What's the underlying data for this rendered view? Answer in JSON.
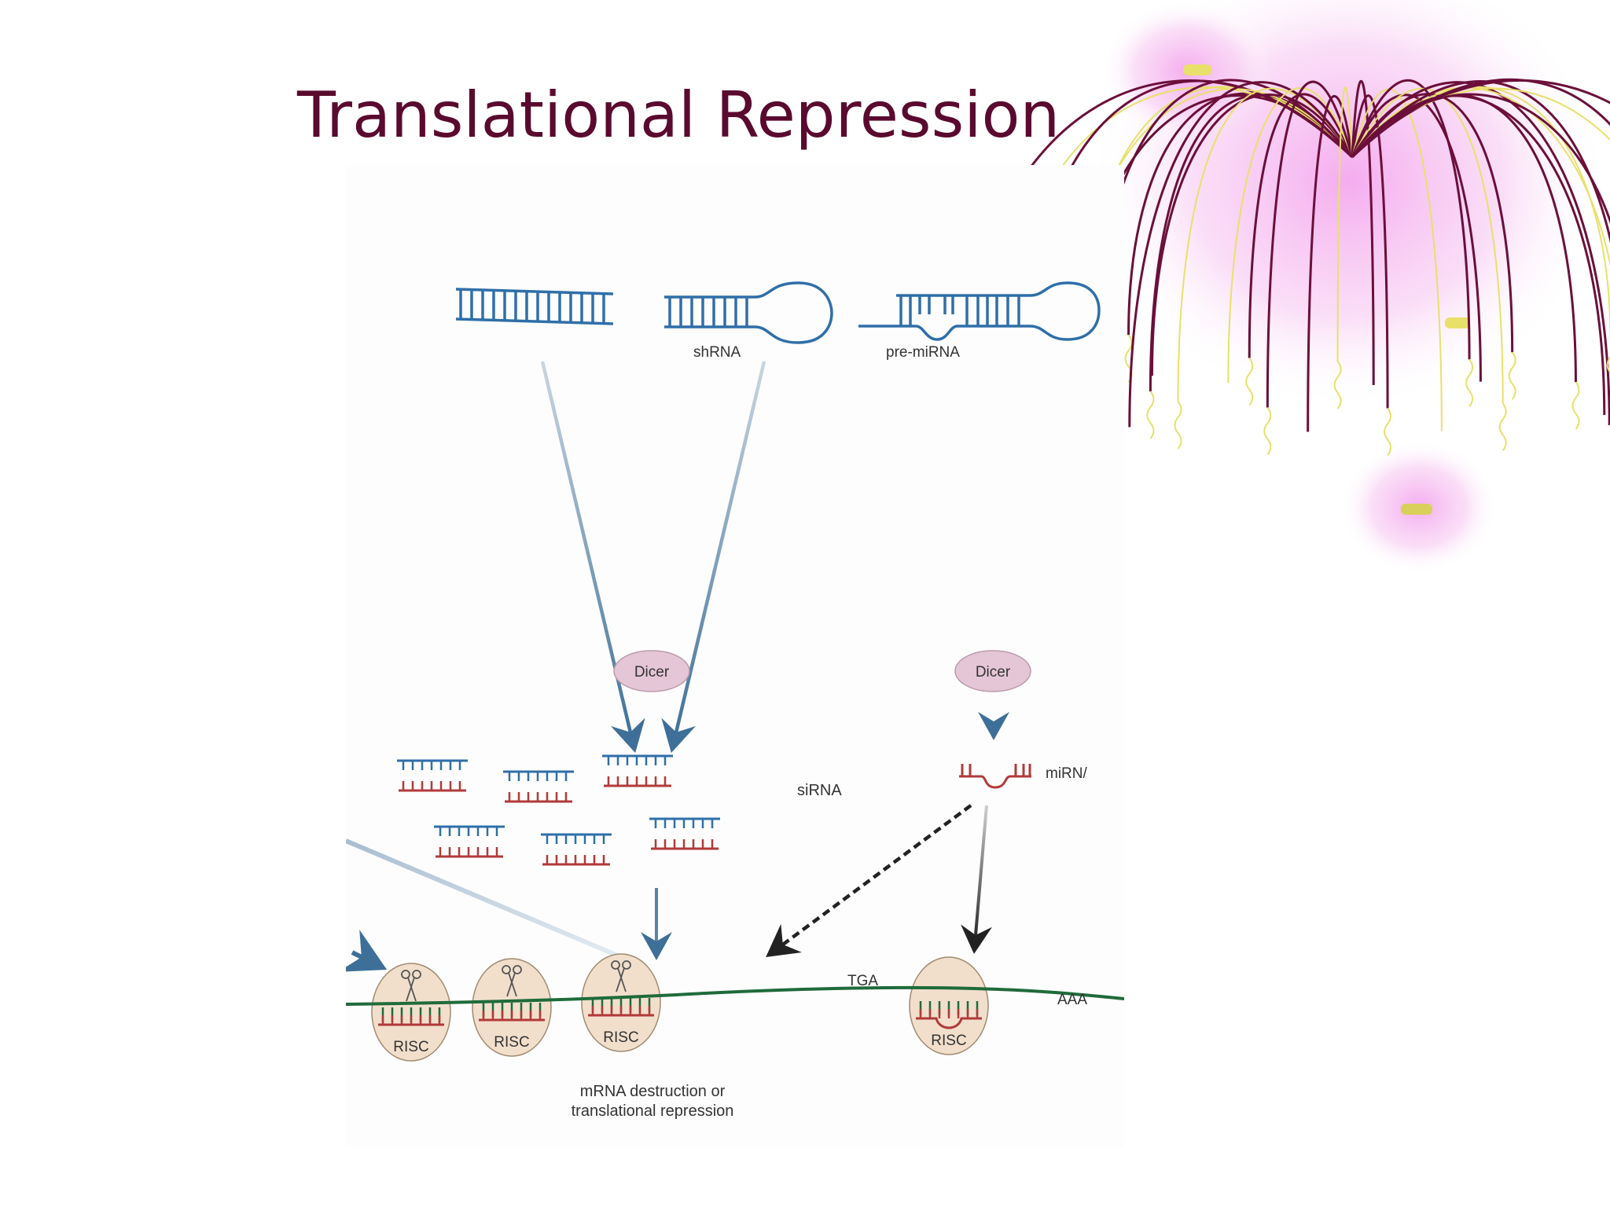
{
  "slide": {
    "title": "Translational Repression"
  },
  "diagram": {
    "labels": {
      "shrna": "shRNA",
      "pre_mirna": "pre-miRNA",
      "dicer_left": "Dicer",
      "dicer_right": "Dicer",
      "sirna": "siRNA",
      "mirna": "miRN/",
      "tga": "TGA",
      "aaa": "AAA",
      "risc_1": "RISC",
      "risc_2": "RISC",
      "risc_3": "RISC",
      "risc_4": "RISC",
      "outcome_line1": "mRNA destruction or",
      "outcome_line2": "translational repression"
    }
  },
  "colors": {
    "title": "#5a0a2e",
    "rna_blue": "#2f6fa8",
    "rna_red": "#b23a3a",
    "mrna_green": "#1f6b3a",
    "dicer_fill": "#e5c6d6",
    "risc_fill": "#f1dfcc",
    "decor_maroon": "#6b0f3a",
    "decor_yellow": "#e8e06a",
    "decor_glow": "#f4a8ee"
  }
}
